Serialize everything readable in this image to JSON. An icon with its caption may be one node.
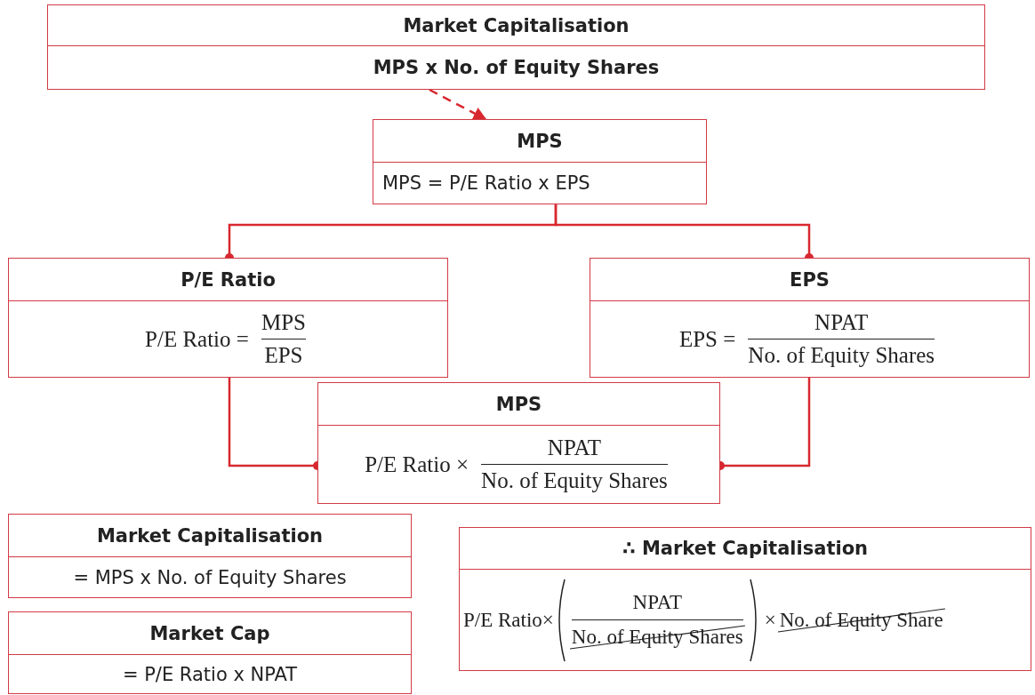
{
  "diagram": {
    "nodes": [
      {
        "text": [
          "Market Capitalisation",
          "MPS x No. of Equity Shares"
        ]
      },
      {
        "text": [
          "MPS",
          "MPS = P/E Ratio x EPS"
        ]
      },
      {
        "text": [
          "P/E Ratio",
          "P/E Ratio =",
          "MPS",
          "EPS"
        ]
      },
      {
        "text": [
          "EPS",
          "EPS =",
          "NPAT",
          "No. of Equity Shares"
        ]
      },
      {
        "text": [
          "MPS",
          "P/E Ratio ×",
          "NPAT",
          "No. of Equity Shares"
        ]
      },
      {
        "text": [
          "Market Capitalisation",
          "= MPS x No. of Equity Shares"
        ]
      },
      {
        "text": [
          "Market Cap",
          "= P/E Ratio x NPAT"
        ]
      },
      {
        "text": [
          "∴ Market Capitalisation",
          "P/E Ratio×",
          "NPAT",
          "No. of Equity Shares",
          "×",
          "No. of Equity Share"
        ]
      }
    ],
    "edges": [
      {
        "from": 0,
        "to": 1,
        "arrow": "to",
        "style": "dashed"
      },
      {
        "from": 1,
        "to": 2,
        "arrow": "other"
      },
      {
        "from": 1,
        "to": 3,
        "arrow": "other"
      },
      {
        "from": 2,
        "to": 4,
        "arrow": "other"
      },
      {
        "from": 3,
        "to": 4,
        "arrow": "other"
      }
    ]
  }
}
